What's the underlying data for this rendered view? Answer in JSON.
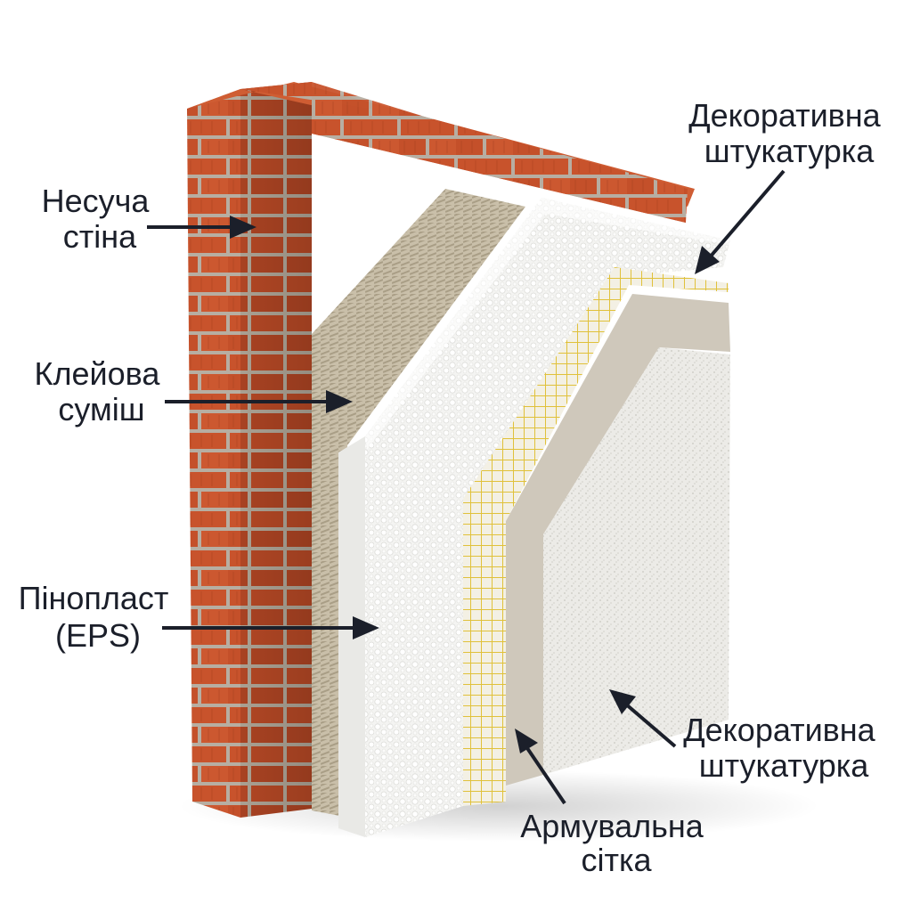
{
  "labels": {
    "bearing_wall": [
      "Несуча",
      "стіна"
    ],
    "adhesive": [
      "Клейова",
      "суміш"
    ],
    "eps": [
      "Пінопласт",
      "(EPS)"
    ],
    "mesh": [
      "Армувальна",
      "сітка"
    ],
    "plaster_bottom": [
      "Декоративна",
      "штукатурка"
    ],
    "plaster_top": [
      "Декоративна",
      "штукатурка"
    ]
  },
  "colors": {
    "brick": "#c8532c",
    "mortar": "#b9b2a6",
    "adhesive": "#c9bfa9",
    "eps": "#f4f4f2",
    "mesh": "#e4c846",
    "base_coat": "#cfc8bb",
    "plaster": "#ecebe7",
    "text": "#1b1f2a"
  }
}
